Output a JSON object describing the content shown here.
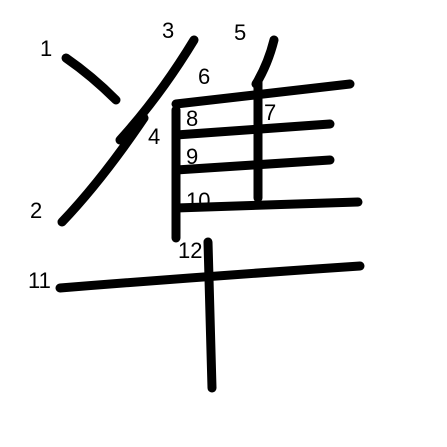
{
  "character": "準",
  "stroke_color": "#000000",
  "number_color": "#000000",
  "background_color": "#ffffff",
  "stroke_numbers": [
    "1",
    "2",
    "3",
    "4",
    "5",
    "6",
    "7",
    "8",
    "9",
    "10",
    "11",
    "12"
  ]
}
